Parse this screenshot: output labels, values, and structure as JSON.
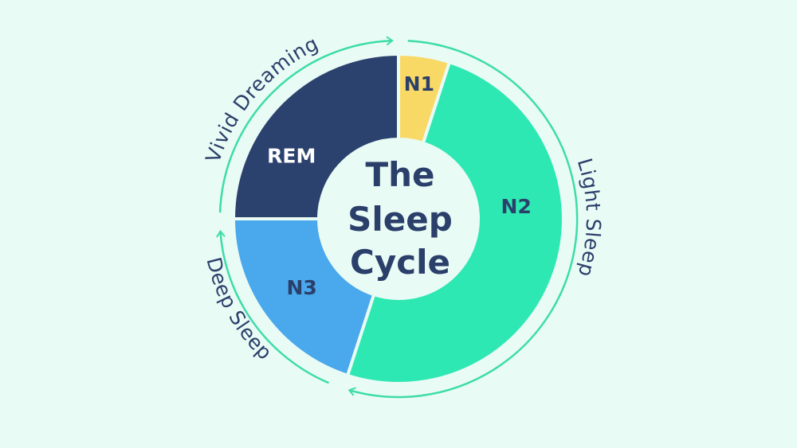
{
  "title": {
    "lines": [
      "The",
      "Sleep",
      "Cycle"
    ]
  },
  "colors": {
    "background": "#e9fbf5",
    "navy": "#2b3f6b",
    "ring": "#3ddca8"
  },
  "segments": [
    {
      "label": "N1",
      "share_percent": 5,
      "color": "#f9d966",
      "text_color": "#2b3f6b"
    },
    {
      "label": "N2",
      "share_percent": 50,
      "color": "#2ee8b3",
      "text_color": "#2b3f6b"
    },
    {
      "label": "N3",
      "share_percent": 20,
      "color": "#4aa8ec",
      "text_color": "#2b3f6b"
    },
    {
      "label": "REM",
      "share_percent": 25,
      "color": "#2c426e",
      "text_color": "#ffffff"
    }
  ],
  "ring_labels": {
    "light": "Light Sleep",
    "deep": "Deep Sleep",
    "vivid": "Vivid Dreaming"
  }
}
